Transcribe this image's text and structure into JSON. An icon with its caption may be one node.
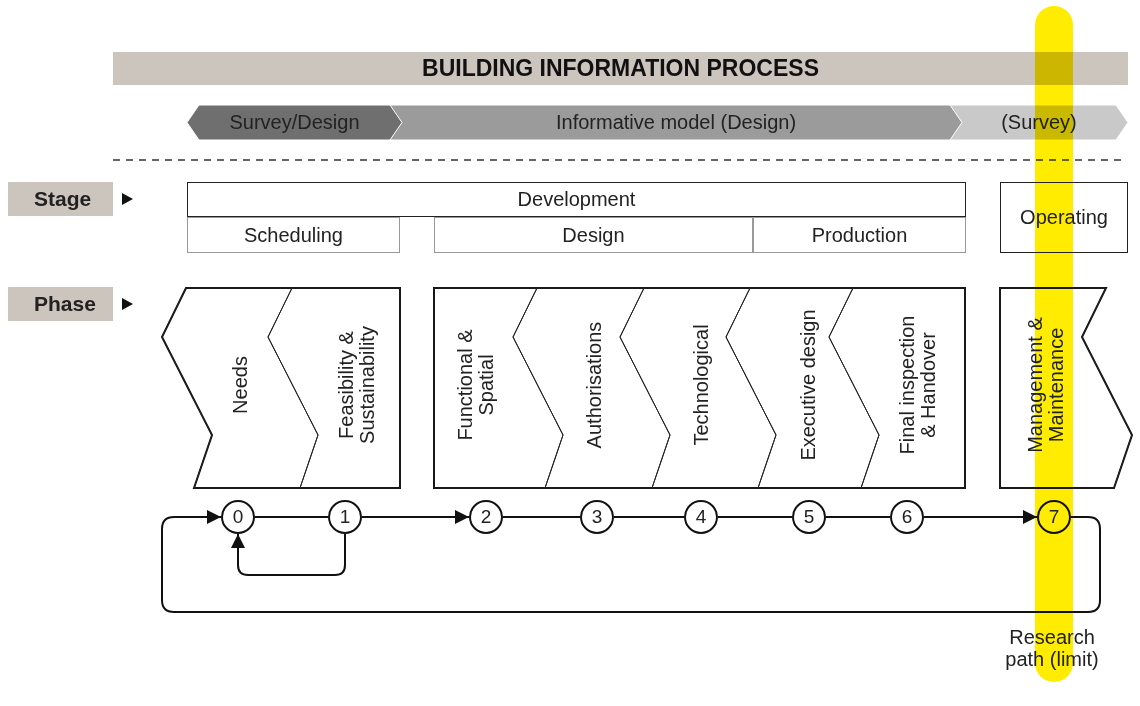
{
  "diagram": {
    "title": "BUILDING INFORMATION PROCESS",
    "nodes": [
      {
        "text": [
          "Survey/Design"
        ]
      },
      {
        "text": [
          "Informative model (Design)"
        ]
      },
      {
        "text": [
          "(Survey)"
        ]
      },
      {
        "text": [
          "Development"
        ]
      },
      {
        "text": [
          "Scheduling"
        ]
      },
      {
        "text": [
          "Design"
        ]
      },
      {
        "text": [
          "Production"
        ]
      },
      {
        "text": [
          "Operating"
        ]
      },
      {
        "text": [
          "Needs"
        ]
      },
      {
        "text": [
          "Feasibility & Sustainability"
        ]
      },
      {
        "text": [
          "Functional & Spatial"
        ]
      },
      {
        "text": [
          "Authorisations"
        ]
      },
      {
        "text": [
          "Technological"
        ]
      },
      {
        "text": [
          "Executive design"
        ]
      },
      {
        "text": [
          "Final inspection & Handover"
        ]
      },
      {
        "text": [
          "Management & Maintenance"
        ]
      },
      {
        "text": [
          "0"
        ]
      },
      {
        "text": [
          "1"
        ]
      },
      {
        "text": [
          "2"
        ]
      },
      {
        "text": [
          "3"
        ]
      },
      {
        "text": [
          "4"
        ]
      },
      {
        "text": [
          "5"
        ]
      },
      {
        "text": [
          "6"
        ]
      },
      {
        "text": [
          "7"
        ]
      }
    ],
    "edges": [
      {
        "from": 16,
        "to": 17,
        "arrow": "none"
      },
      {
        "from": 17,
        "to": 18,
        "arrow": "to"
      },
      {
        "from": 18,
        "to": 19,
        "arrow": "none"
      },
      {
        "from": 19,
        "to": 20,
        "arrow": "none"
      },
      {
        "from": 20,
        "to": 21,
        "arrow": "none"
      },
      {
        "from": 21,
        "to": 22,
        "arrow": "none"
      },
      {
        "from": 22,
        "to": 23,
        "arrow": "to"
      },
      {
        "from": 17,
        "to": 16,
        "arrow": "to"
      },
      {
        "from": 23,
        "to": 16,
        "arrow": "to"
      }
    ],
    "labels": [
      "Stage",
      "Phase",
      "Research path (limit)"
    ]
  }
}
